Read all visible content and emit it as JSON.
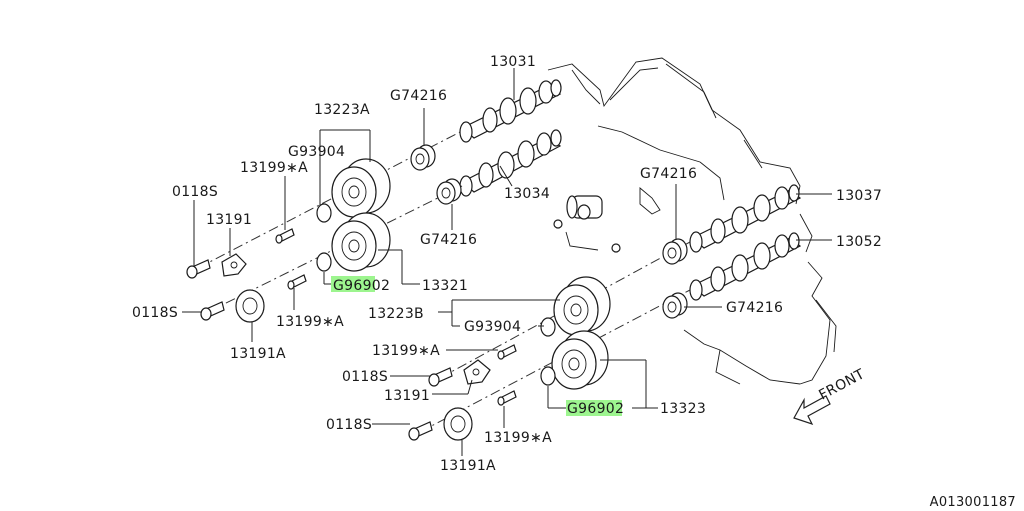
{
  "diagram": {
    "labels": {
      "p13031": "13031",
      "p13223A": "13223A",
      "p13223B": "13223B",
      "p13034": "13034",
      "p13037": "13037",
      "p13052": "13052",
      "p13191": "13191",
      "p13191A": "13191A",
      "p13199A": "13199∗A",
      "p0118S": "0118S",
      "p13321": "13321",
      "p13323": "13323",
      "pG74216": "G74216",
      "pG93904": "G93904",
      "pG96902": "G96902",
      "front": "FRONT"
    },
    "highlight_color": "#9df58f",
    "footer_code": "A013001187"
  }
}
